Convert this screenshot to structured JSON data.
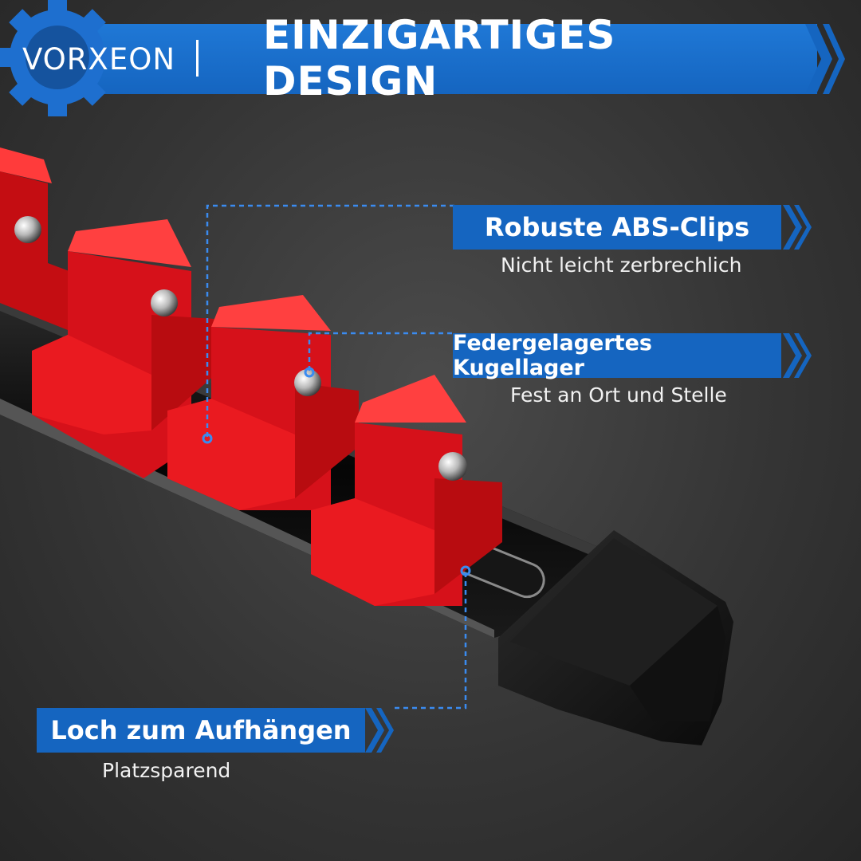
{
  "brand": {
    "name": "VORXEON"
  },
  "header": {
    "title": "EINZIGARTIGES DESIGN"
  },
  "features": [
    {
      "title": "Robuste ABS-Clips",
      "subtitle": "Nicht leicht zerbrechlich"
    },
    {
      "title": "Federgelagertes Kugellager",
      "subtitle": "Fest an Ort und Stelle"
    },
    {
      "title": "Loch zum Aufhängen",
      "subtitle": "Platzsparend"
    }
  ],
  "colors": {
    "accent": "#1565c0",
    "clip": "#e8141a",
    "rail": "#0d0d0d",
    "background": "#3a3a3a"
  }
}
